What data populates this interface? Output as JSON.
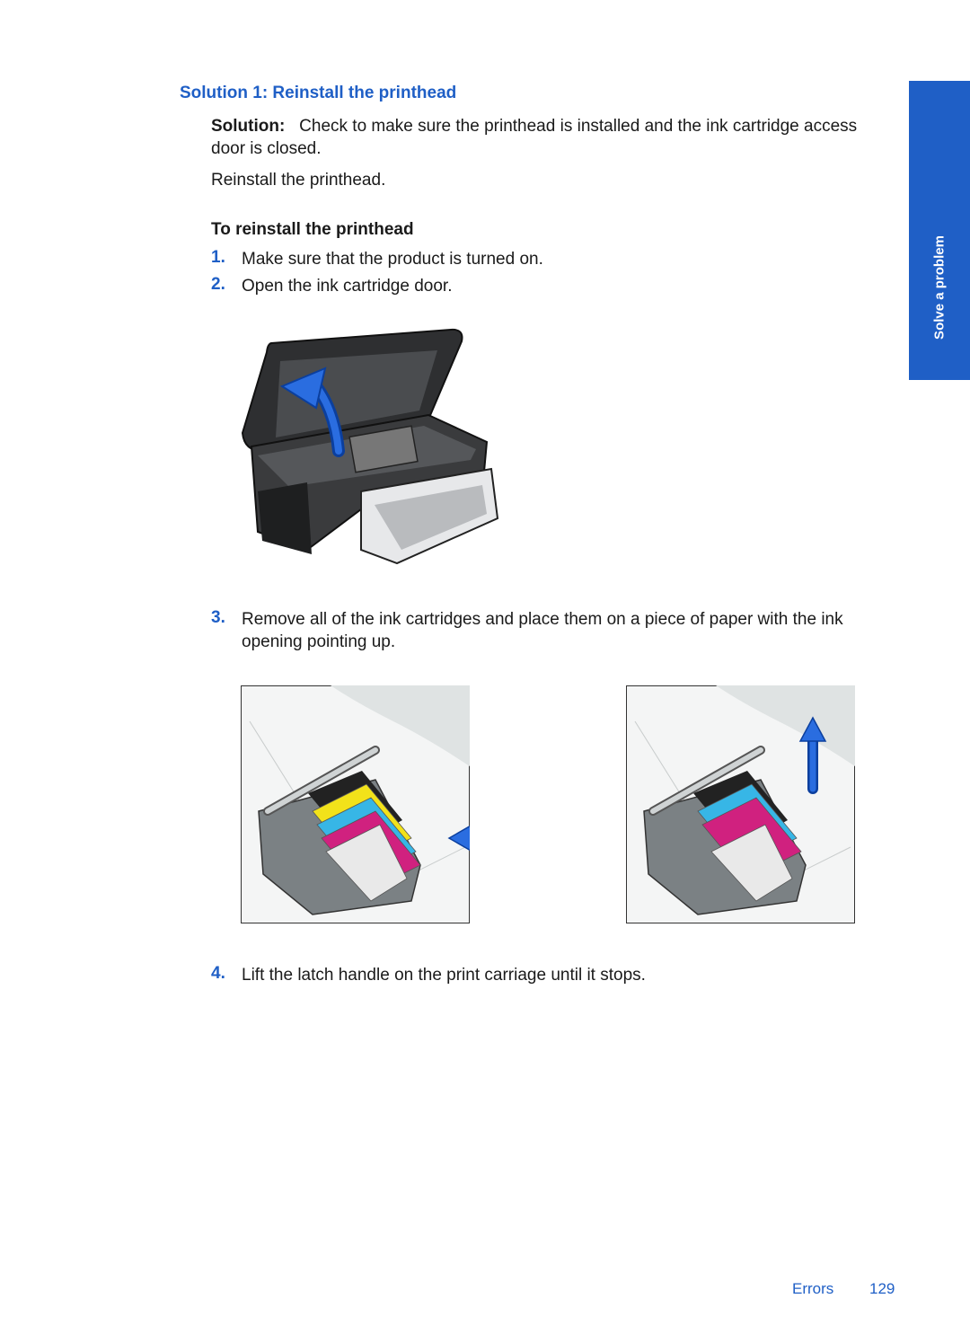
{
  "section_title": "Solution 1: Reinstall the printhead",
  "solution": {
    "label": "Solution:",
    "text_line1": "Check to make sure the printhead is installed and the ink cartridge access",
    "text_line2": "door is closed."
  },
  "reinstall_text": "Reinstall the printhead.",
  "procedure_title": "To reinstall the printhead",
  "steps": [
    {
      "num": "1.",
      "text": "Make sure that the product is turned on."
    },
    {
      "num": "2.",
      "text": "Open the ink cartridge door."
    },
    {
      "num": "3.",
      "line1": "Remove all of the ink cartridges and place them on a piece of paper with the ink",
      "line2": "opening pointing up."
    },
    {
      "num": "4.",
      "text": "Lift the latch handle on the print carriage until it stops."
    }
  ],
  "side_tab": "Solve a problem",
  "footer": {
    "section": "Errors",
    "page": "129"
  },
  "colors": {
    "accent": "#1f5fc6"
  },
  "figures": {
    "printer": "printer-open-door-illustration",
    "cartridges": [
      "cartridge-removal-illustration",
      "cartridge-lift-illustration"
    ]
  }
}
